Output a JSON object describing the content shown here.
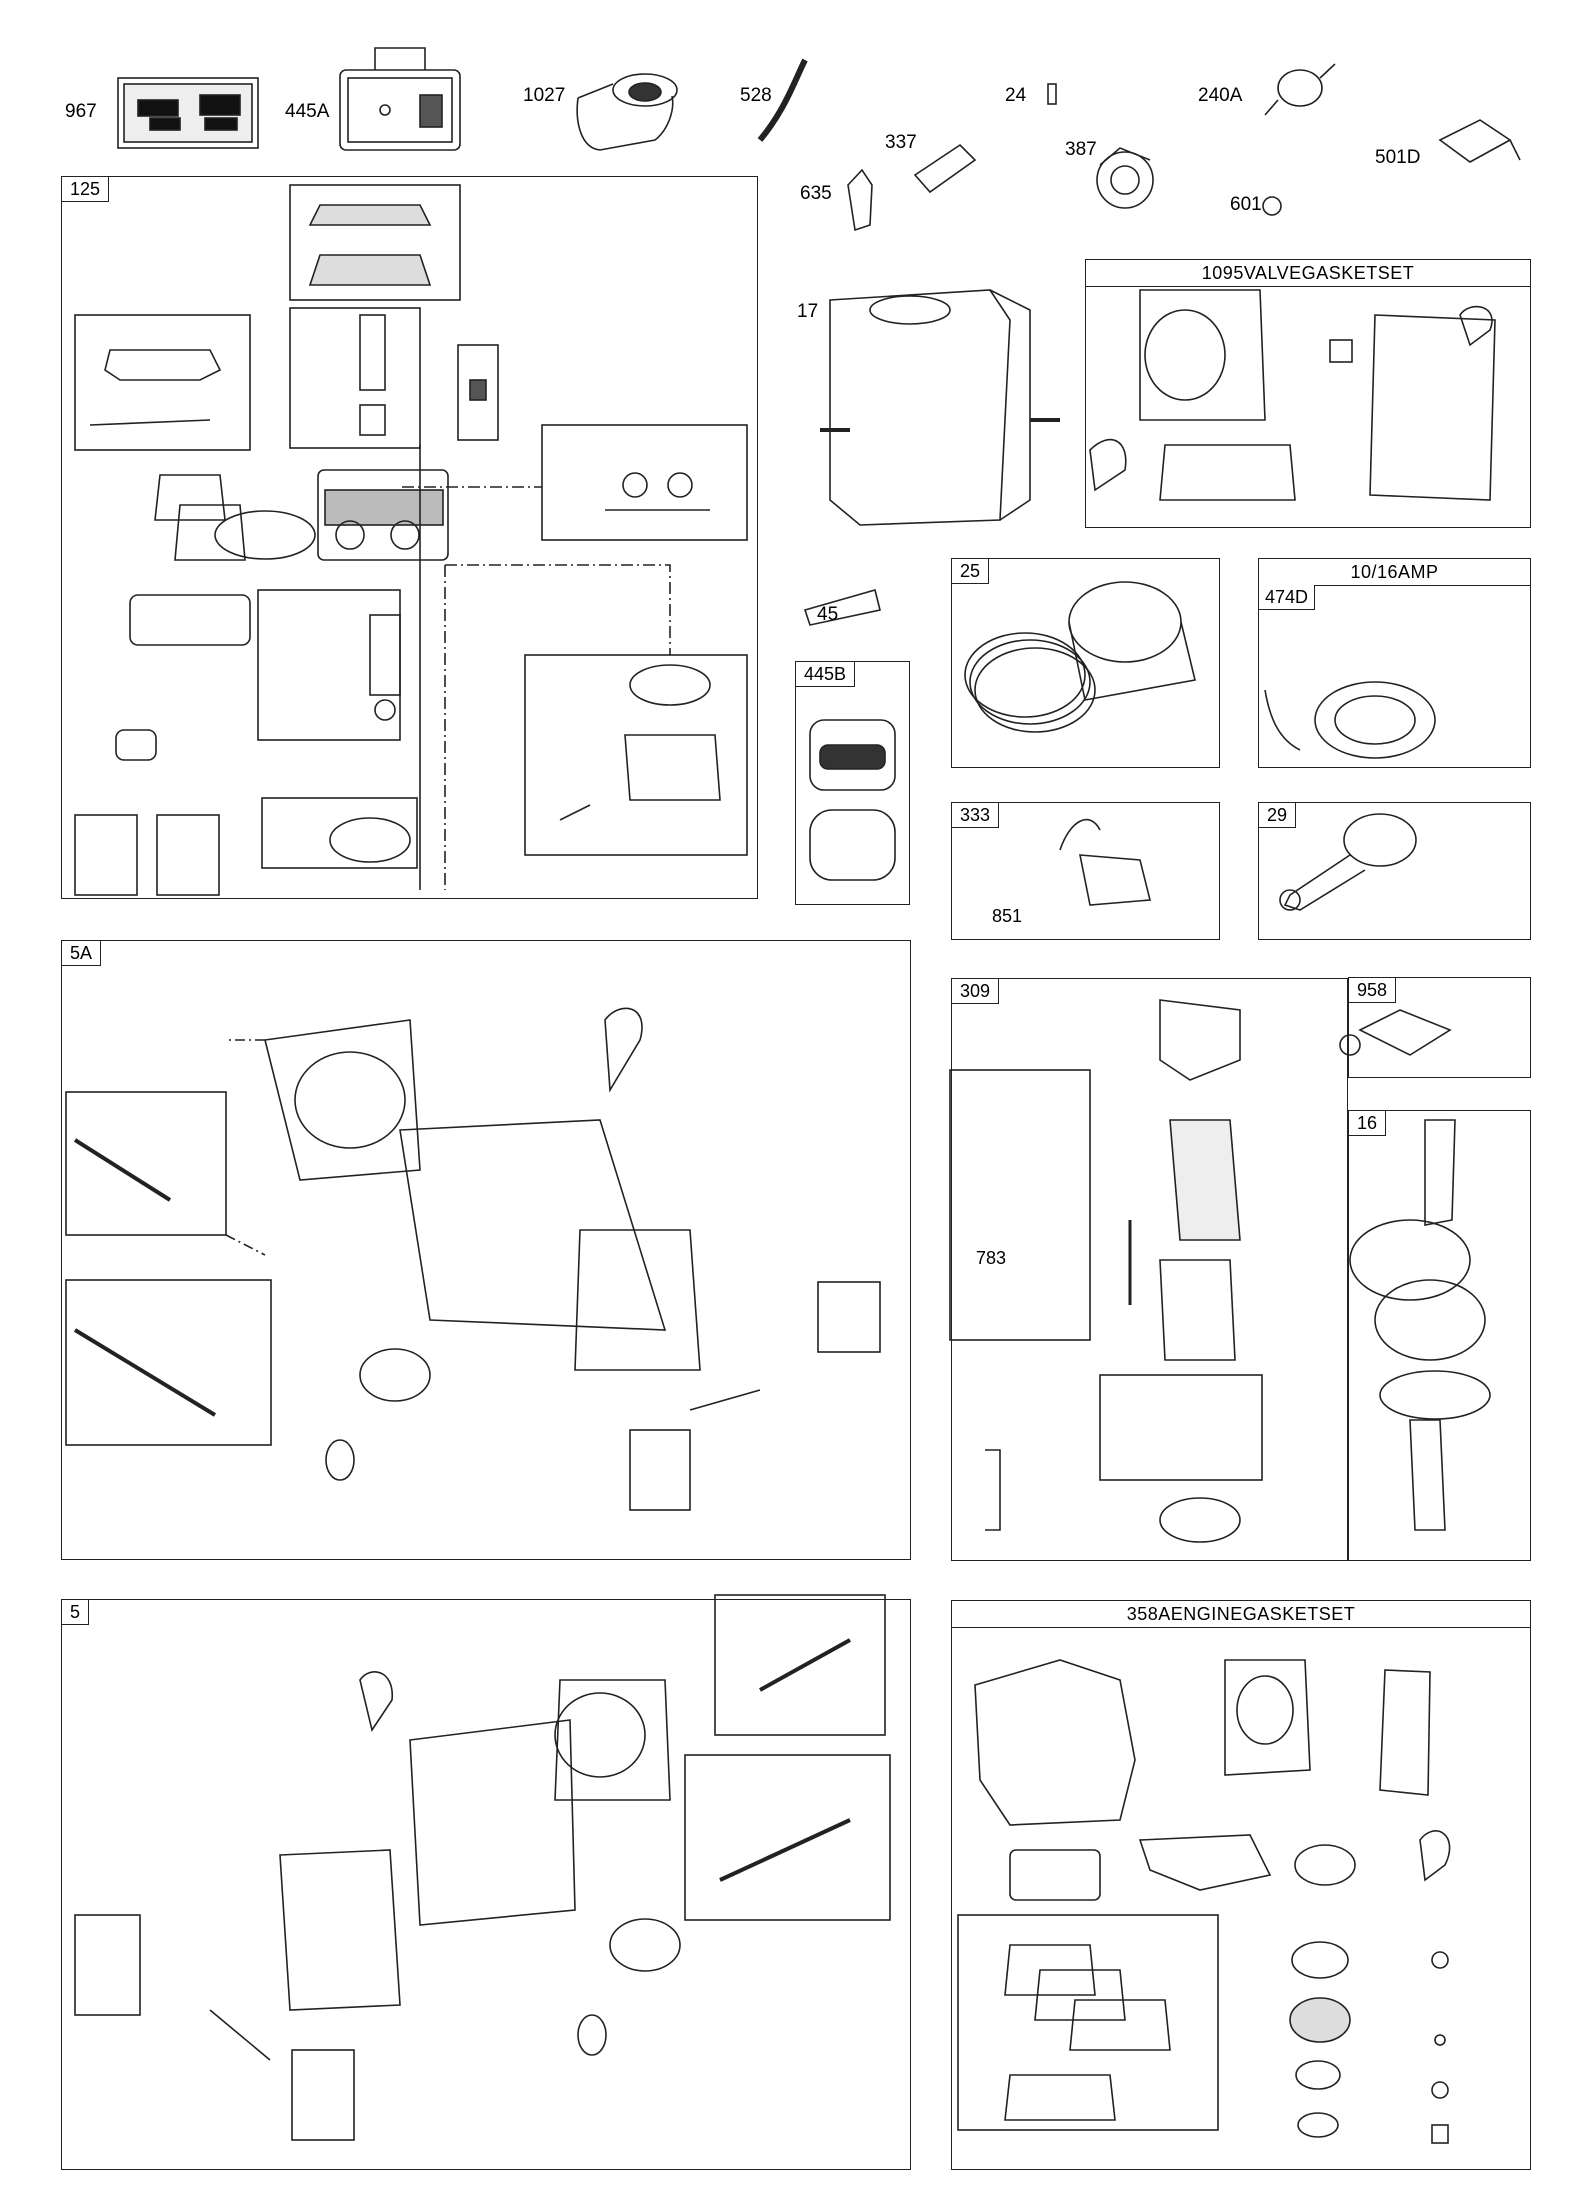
{
  "top_labels": {
    "p967": "967",
    "p445A": "445A",
    "p1027": "1027",
    "p528": "528",
    "p24": "24",
    "p240A": "240A",
    "p501D": "501D",
    "p635": "635",
    "p337": "337",
    "p387": "387",
    "p601": "601",
    "p17": "17",
    "p45": "45"
  },
  "boxes": {
    "b125": "125",
    "b1095": "1095VALVEGASKETSET",
    "b445B": "445B",
    "b25": "25",
    "b1016": "10/16AMP",
    "b474D": "474D",
    "b333": "333",
    "b851": "851",
    "b29": "29",
    "b5A": "5A",
    "b309": "309",
    "b783": "783",
    "b958": "958",
    "b16": "16",
    "b5": "5",
    "b358A": "358AENGINEGASKETSET"
  },
  "style": {
    "line_color": "#222222",
    "fill_dark": "#111111",
    "fill_light": "#e8e8e8"
  }
}
